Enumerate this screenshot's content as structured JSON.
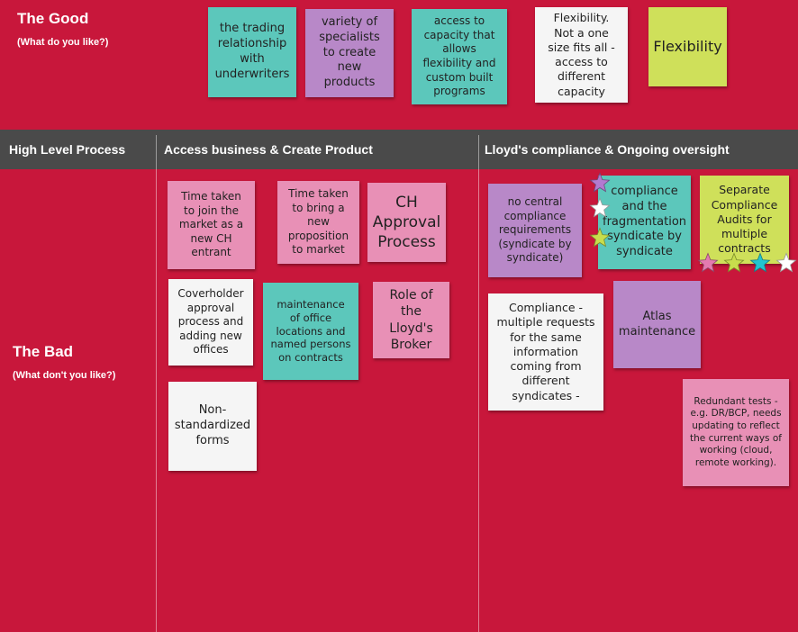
{
  "good": {
    "title": "The Good",
    "subtitle": "(What do you like?)"
  },
  "bad": {
    "title": "The Bad",
    "subtitle": "(What don't you like?)"
  },
  "header": {
    "process": "High Level  Process",
    "access": "Access business & Create Product",
    "lloyds": "Lloyd's compliance & Ongoing oversight"
  },
  "good_notes": [
    {
      "text": "the trading relationship with underwriters",
      "color": "teal"
    },
    {
      "text": "variety of specialists to create new products",
      "color": "lilac"
    },
    {
      "text": "access to capacity that allows flexibility and custom built programs",
      "color": "teal"
    },
    {
      "text": "Flexibility. Not a one size fits all - access to different capacity",
      "color": "white"
    },
    {
      "text": "Flexibility",
      "color": "lime"
    }
  ],
  "bad_notes": [
    {
      "text": "Time taken to join the market as a new CH entrant",
      "color": "pink"
    },
    {
      "text": "Time taken to bring a new proposition to market",
      "color": "pink"
    },
    {
      "text": "CH Approval Process",
      "color": "pink"
    },
    {
      "text": "Coverholder approval process and adding new offices",
      "color": "white"
    },
    {
      "text": "maintenance of office locations and named persons on contracts",
      "color": "teal"
    },
    {
      "text": "Role of the Lloyd's Broker",
      "color": "pink"
    },
    {
      "text": "Non-standardized forms",
      "color": "white"
    },
    {
      "text": "no central compliance requirements (syndicate by syndicate)",
      "color": "lilac"
    },
    {
      "text": "compliance and the fragmentation syndicate by syndicate",
      "color": "teal"
    },
    {
      "text": "Separate Compliance Audits for multiple contracts",
      "color": "lime"
    },
    {
      "text": "Compliance - multiple requests for the same information coming from different syndicates -",
      "color": "white"
    },
    {
      "text": "Atlas maintenance",
      "color": "lilac"
    },
    {
      "text": "Redundant tests - e.g. DR/BCP, needs updating to reflect the current ways of working (cloud, remote working).",
      "color": "pink"
    }
  ],
  "stars": {
    "purple": "#b37ad0",
    "white": "#ffffff",
    "lime": "#c8dd4d",
    "pink": "#e47ab0",
    "teal": "#22c4cf"
  }
}
